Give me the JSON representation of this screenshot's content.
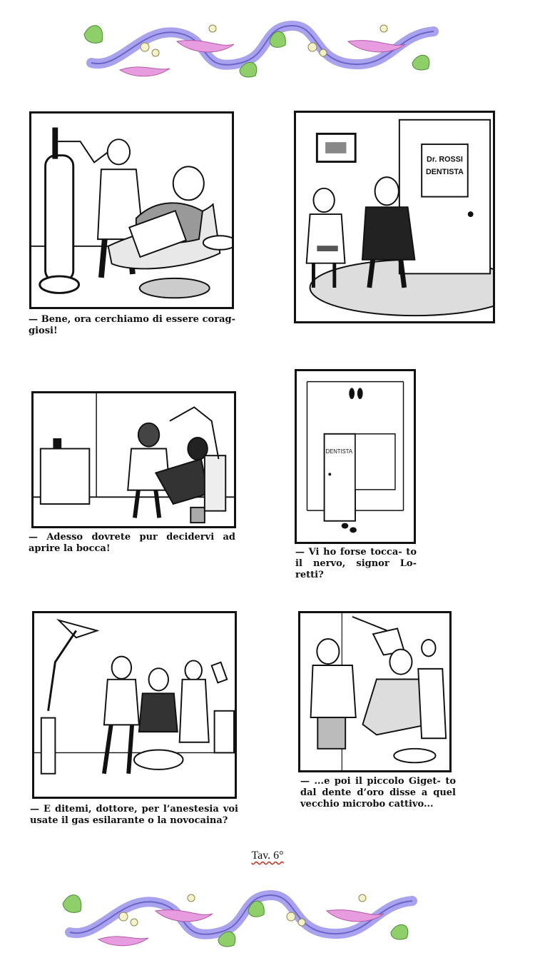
{
  "colors": {
    "ornament_lavender": "#a9a2ee",
    "ornament_leaf": "#8fcf6a",
    "ornament_pink": "#e89ce0",
    "ornament_cream": "#f4f2c8"
  },
  "panels": [
    {
      "caption": "— Bene, ora cerchiamo di essere coraggiosi!",
      "caption_display": "— Bene, ora cerchiamo di essere corag- giosi!"
    },
    {
      "sign_line1": "Dr. ROSSI",
      "sign_line2": "DENTISTA"
    },
    {
      "caption": "— Adesso dovrete pur decidervi ad aprire la bocca!"
    },
    {
      "door_label": "DENTISTA",
      "caption": "— Vi ho forse toccato il nervo, signor Loretti?",
      "caption_display": "— Vi ho forse tocca- to il nervo, signor Lo- retti?"
    },
    {
      "caption": "— E ditemi, dottore, per l’anestesia voi usate il gas esilarante o la novocaina?"
    },
    {
      "caption": "— ...e poi il piccolo Gigetto dal dente d’oro disse a quel vecchio microbo cattivo...",
      "caption_display": "— ...e poi il piccolo Giget- to dal dente d’oro disse a quel vecchio microbo cattivo..."
    }
  ],
  "footer": {
    "label": "Tav. 6°"
  }
}
